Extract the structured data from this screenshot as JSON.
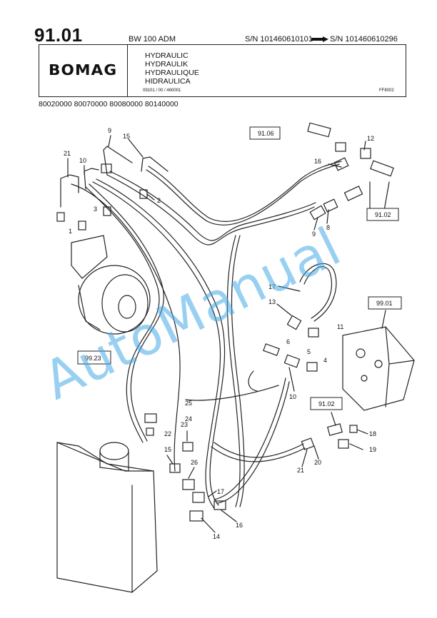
{
  "header": {
    "page_number": "91.01",
    "model": "BW 100 ADM",
    "sn_from": "S/N 101460610101",
    "sn_to": "S/N 101460610296",
    "logo": "BOMAG",
    "titles": [
      "HYDRAULIC",
      "HYDRAULIK",
      "HYDRAULIQUE",
      "HIDRAULICA"
    ],
    "doc_code": "09101 / 00 / 460001",
    "doc_ref": "FF8002",
    "serials": "80020000  80070000  80080000  80140000"
  },
  "reference_boxes": [
    "91.06",
    "91.02",
    "99.01",
    "99.23",
    "91.02"
  ],
  "callouts": [
    "9",
    "15",
    "21",
    "10",
    "3",
    "1",
    "2",
    "12",
    "16",
    "8",
    "9",
    "17",
    "13",
    "11",
    "6",
    "5",
    "4",
    "10",
    "25",
    "24",
    "22",
    "23",
    "15",
    "26",
    "17",
    "14",
    "16",
    "18",
    "19",
    "20",
    "21"
  ],
  "watermark": "AutoManual"
}
